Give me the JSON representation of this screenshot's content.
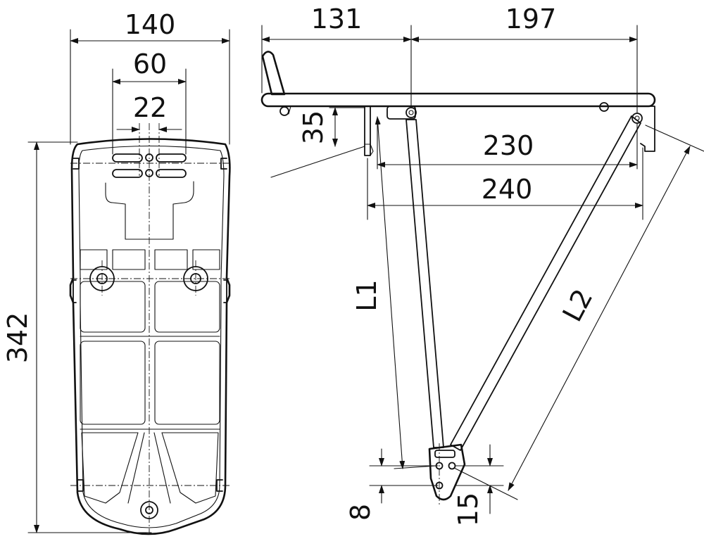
{
  "top_view": {
    "dim_overall_width": "140",
    "dim_mount_width": "60",
    "dim_slot_spacing": "22",
    "dim_overall_length": "342"
  },
  "side_view": {
    "dim_front_offset": "131",
    "dim_rear_offset": "197",
    "dim_height": "35",
    "dim_230": "230",
    "dim_240": "240",
    "strut_label_1": "L1",
    "strut_label_2": "L2",
    "dim_hole_8": "8",
    "dim_hole_15": "15"
  }
}
